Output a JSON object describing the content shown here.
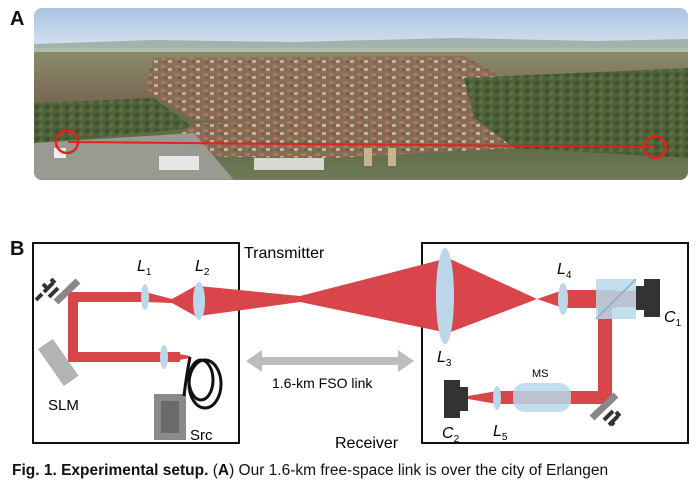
{
  "panel_a": {
    "letter": "A"
  },
  "panel_b": {
    "letter": "B",
    "transmitter_label": "Transmitter",
    "receiver_label": "Receiver",
    "link_label": "1.6-km FSO link",
    "slm_label": "SLM",
    "src_label": "Src",
    "ms_label": "MS",
    "lenses": {
      "L1": {
        "main": "L",
        "sub": "1"
      },
      "L2": {
        "main": "L",
        "sub": "2"
      },
      "L3": {
        "main": "L",
        "sub": "3"
      },
      "L4": {
        "main": "L",
        "sub": "4"
      },
      "L5": {
        "main": "L",
        "sub": "5"
      }
    },
    "cameras": {
      "C1": {
        "main": "C",
        "sub": "1"
      },
      "C2": {
        "main": "C",
        "sub": "2"
      }
    }
  },
  "caption": {
    "lead": "Fig. 1.  Experimental setup.",
    "paren_open": " (",
    "panel_ref": "A",
    "text": ") Our 1.6-km free-space link is over the city of Erlangen"
  },
  "colors": {
    "beam": "#d8464b",
    "lens": "#bcd6ea",
    "sky": "#b9cfe7",
    "marker": "#e0231f"
  }
}
